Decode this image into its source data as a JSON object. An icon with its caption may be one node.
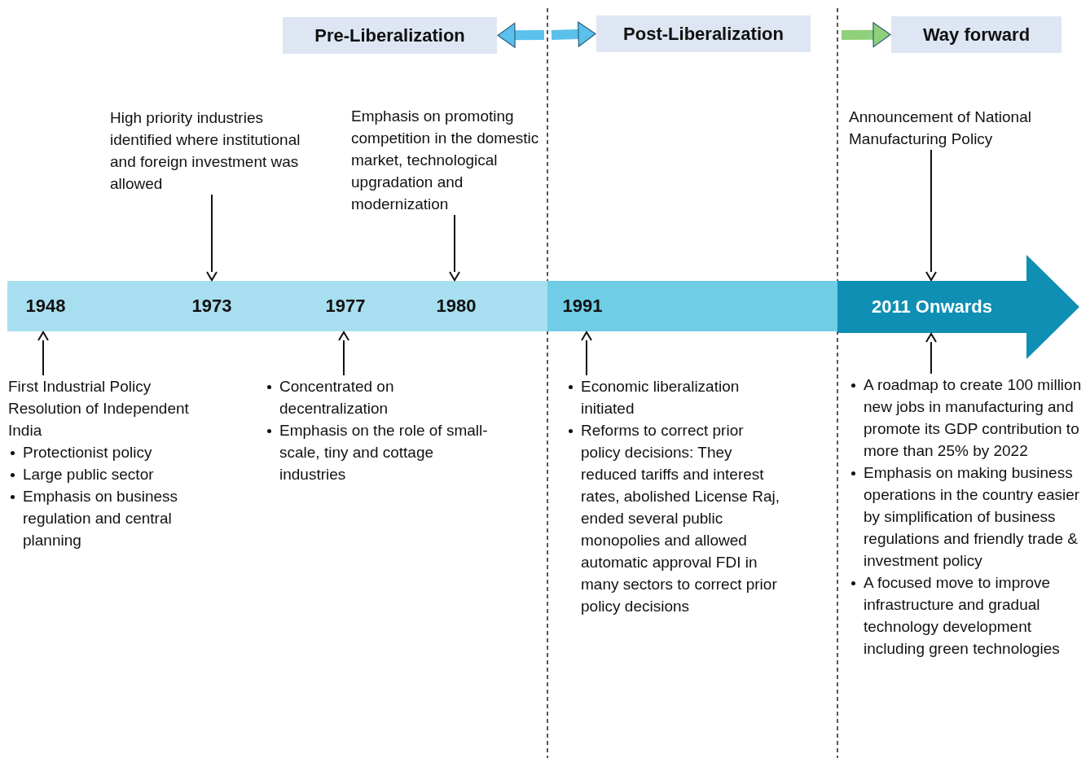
{
  "diagram": {
    "nodes": [
      {
        "text": [
          "Pre-Liberalization"
        ]
      },
      {
        "text": [
          "Post-Liberalization"
        ]
      },
      {
        "text": [
          "Way forward"
        ]
      },
      {
        "text": [
          "High priority industries identified where institutional and foreign investment was allowed"
        ]
      },
      {
        "text": [
          "Emphasis on promoting competition in the domestic market, technological upgradation and modernization"
        ]
      },
      {
        "text": [
          "Announcement of National Manufacturing Policy"
        ]
      },
      {
        "text": [],
        "shape": "bar"
      },
      {
        "text": [
          "1948"
        ],
        "in": 6
      },
      {
        "text": [
          "1973"
        ],
        "in": 6
      },
      {
        "text": [
          "1977"
        ],
        "in": 6
      },
      {
        "text": [
          "1980"
        ],
        "in": 6
      },
      {
        "text": [],
        "shape": "bar"
      },
      {
        "text": [
          "1991"
        ],
        "in": 11
      },
      {
        "text": [
          "2011 Onwards"
        ]
      },
      {
        "text": [
          "First Industrial Policy Resolution of Independent India",
          "Protectionist policy",
          "Large public sector",
          "Emphasis on business regulation and central planning"
        ]
      },
      {
        "text": [
          "Concentrated on decentralization",
          "Emphasis on the role of small-scale, tiny and cottage industries"
        ]
      },
      {
        "text": [
          "Economic liberalization initiated",
          "Reforms to correct prior policy decisions: They reduced tariffs and interest rates, abolished License Raj, ended several public monopolies and allowed automatic approval FDI in many sectors to correct prior policy decisions"
        ]
      },
      {
        "text": [
          "A roadmap to create 100 million new jobs in manufacturing and promote its GDP contribution to more than 25% by 2022",
          "Emphasis on making business operations in the country easier by simplification of business regulations and friendly trade & investment policy",
          "A focused move to improve infrastructure and gradual technology development including green technologies"
        ]
      }
    ],
    "edges": [
      {
        "from": null,
        "to": 0,
        "arrow": "to",
        "style": "thick",
        "color": "#5bc0eb"
      },
      {
        "from": null,
        "to": 1,
        "arrow": "to",
        "style": "thick",
        "color": "#5bc0eb"
      },
      {
        "from": null,
        "to": 2,
        "arrow": "to",
        "style": "thick",
        "color": "#8fd07a"
      },
      {
        "from": 3,
        "to": 8,
        "arrow": "to"
      },
      {
        "from": 4,
        "to": 10,
        "arrow": "to"
      },
      {
        "from": 5,
        "to": 13,
        "arrow": "to"
      },
      {
        "from": 14,
        "to": 7,
        "arrow": "to"
      },
      {
        "from": 15,
        "to": 9,
        "arrow": "to"
      },
      {
        "from": 16,
        "to": 12,
        "arrow": "to"
      },
      {
        "from": 17,
        "to": 13,
        "arrow": "to"
      }
    ]
  }
}
